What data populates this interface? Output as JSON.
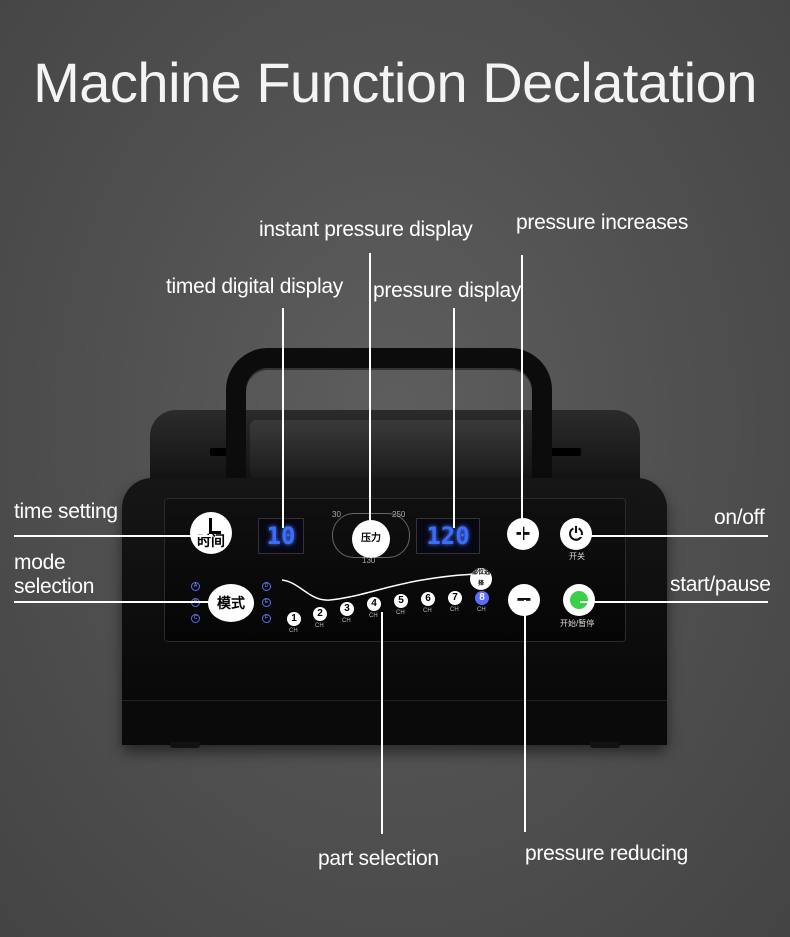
{
  "title": "Machine Function Declatation",
  "labels": {
    "instant_pressure_display": "instant pressure display",
    "pressure_increases": "pressure increases",
    "timed_digital_display": "timed digital display",
    "pressure_display": "pressure display",
    "time_setting": "time setting",
    "mode_selection_1": "mode",
    "mode_selection_2": "selection",
    "on_off": "on/off",
    "start_pause": "start/pause",
    "part_selection": "part selection",
    "pressure_reducing": "pressure reducing"
  },
  "panel": {
    "clock_text": "时间",
    "time_value": "10",
    "pressure_value": "120",
    "gauge_text": "压力",
    "gauge_min": "30",
    "gauge_max": "250",
    "gauge_mid": "130",
    "mode_text": "模式",
    "modes_left": [
      "A",
      "B",
      "C"
    ],
    "modes_right": [
      "D",
      "E",
      "F"
    ],
    "channels": [
      "1",
      "2",
      "3",
      "4",
      "5",
      "6",
      "7",
      "8"
    ],
    "ch_sub": "CH",
    "part_select_text": "部位选择",
    "power_caption": "开关",
    "start_caption": "开始/暂停",
    "plus_symbol": "+",
    "minus_symbol": "−",
    "power_symbol": "⏻"
  }
}
